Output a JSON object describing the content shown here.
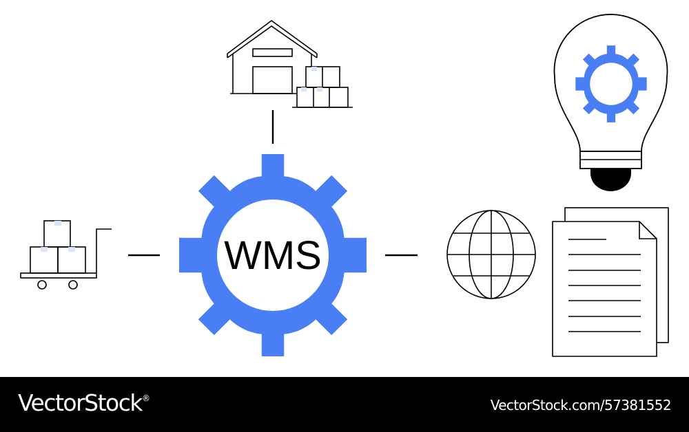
{
  "diagram": {
    "center_label": "WMS",
    "accent_color": "#4a7ef5",
    "line_color": "#000000",
    "nodes": [
      {
        "id": "warehouse",
        "icon": "warehouse-with-boxes-icon"
      },
      {
        "id": "hand-truck",
        "icon": "hand-truck-boxes-icon"
      },
      {
        "id": "globe",
        "icon": "globe-icon"
      },
      {
        "id": "documents",
        "icon": "documents-icon"
      },
      {
        "id": "lightbulb",
        "icon": "lightbulb-gear-icon"
      }
    ]
  },
  "footer": {
    "brand": "VectorStock",
    "registered_mark": "®",
    "image_id": "VectorStock.com/57381552",
    "background": "#000000",
    "text_color": "#ffffff"
  }
}
